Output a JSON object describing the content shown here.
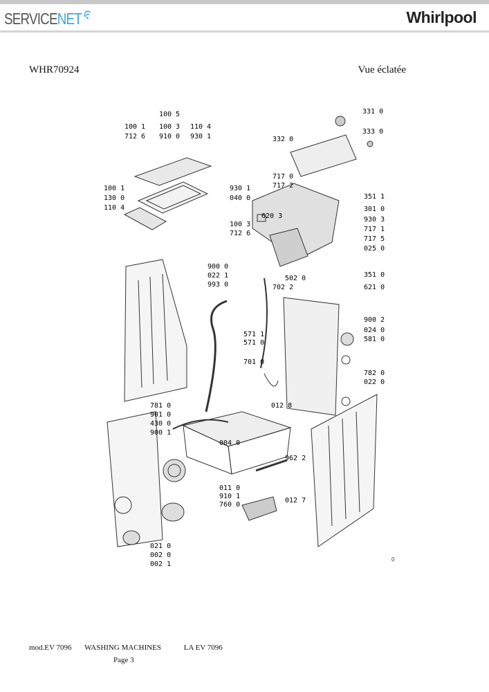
{
  "header": {
    "logo_left_a": "SERVICE",
    "logo_left_b": "NET",
    "logo_right": "Whirlpool"
  },
  "document": {
    "model": "WHR70924",
    "view_title": "Vue éclatée",
    "page_mark": "0"
  },
  "diagram": {
    "top_group": {
      "main": "100 5",
      "row1": [
        "100 1",
        "100 3",
        "110 4"
      ],
      "row2": [
        "712 6",
        "910 0",
        "930 1"
      ]
    },
    "labels": [
      "331 0",
      "332 0",
      "333 0",
      "100 1",
      "130 0",
      "110 4",
      "930 1",
      "040 0",
      "620 3",
      "100 3",
      "712 6",
      "717 0",
      "717 2",
      "351 1",
      "301 0",
      "930 3",
      "717 1",
      "717 5",
      "025 0",
      "900 0",
      "022 1",
      "993 0",
      "502 0",
      "702 2",
      "351 0",
      "621 0",
      "900 2",
      "024 0",
      "581 0",
      "571 1",
      "571 0",
      "701 0",
      "782 0",
      "022 0",
      "781 0",
      "901 0",
      "430 0",
      "900 1",
      "012 8",
      "004 0",
      "962 2",
      "011 0",
      "910 1",
      "760 0",
      "012 7",
      "021 0",
      "002 0",
      "002 1"
    ]
  },
  "footer": {
    "model": "mod.EV 7096",
    "type": "WASHING MACHINES",
    "code": "LA EV 7096",
    "page": "Page 3"
  }
}
